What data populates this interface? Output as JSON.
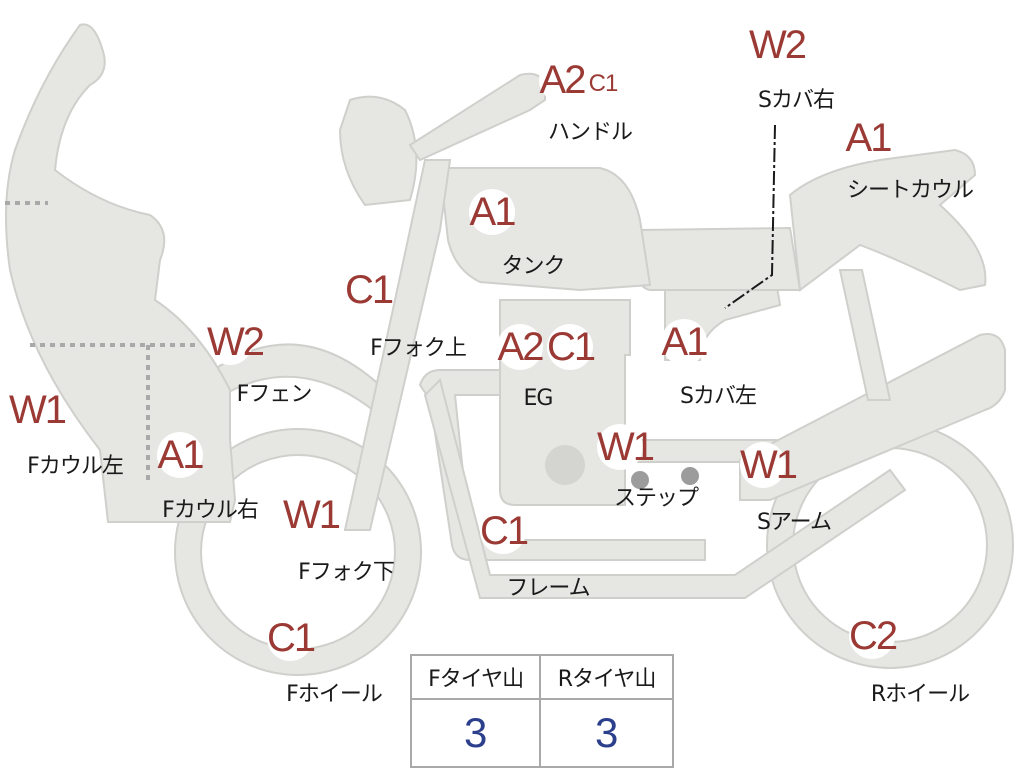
{
  "parts": [
    {
      "id": "handle",
      "grade": "A2",
      "extra_grade": "C1",
      "label": "ハンドル"
    },
    {
      "id": "s-cover-right",
      "grade": "W2",
      "label": "Sカバ右"
    },
    {
      "id": "seat-cowl",
      "grade": "A1",
      "label": "シートカウル"
    },
    {
      "id": "tank",
      "grade": "A1",
      "label": "タンク"
    },
    {
      "id": "f-fork-upper",
      "grade": "C1",
      "label": "Fフォク上"
    },
    {
      "id": "f-fender",
      "grade": "W2",
      "label": "Fフェン"
    },
    {
      "id": "engine",
      "grade": "A2",
      "extra_grade": "C1",
      "label": "EG"
    },
    {
      "id": "s-cover-left",
      "grade": "A1",
      "label": "Sカバ左"
    },
    {
      "id": "f-cowl-left",
      "grade": "W1",
      "label": "Fカウル左"
    },
    {
      "id": "f-cowl-right",
      "grade": "A1",
      "label": "Fカウル右"
    },
    {
      "id": "step",
      "grade": "W1",
      "label": "ステップ"
    },
    {
      "id": "s-arm",
      "grade": "W1",
      "label": "Sアーム"
    },
    {
      "id": "f-fork-lower",
      "grade": "W1",
      "label": "Fフォク下"
    },
    {
      "id": "frame",
      "grade": "C1",
      "label": "フレーム"
    },
    {
      "id": "f-wheel",
      "grade": "C1",
      "label": "Fホイール"
    },
    {
      "id": "r-wheel",
      "grade": "C2",
      "label": "Rホイール"
    }
  ],
  "tread_table": {
    "headers": [
      "Fタイヤ山",
      "Rタイヤ山"
    ],
    "values": [
      "3",
      "3"
    ]
  },
  "colors": {
    "grade_text": "#9b3a35",
    "body_fill": "#e6e6e3",
    "tread_value": "#2c3f8c"
  }
}
